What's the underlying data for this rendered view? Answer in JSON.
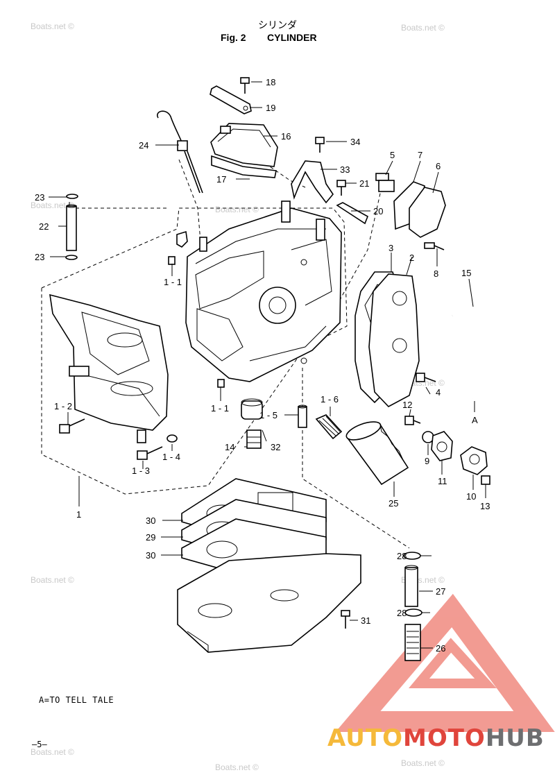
{
  "header": {
    "title_jp": "シリンダ",
    "fig_label": "Fig. 2",
    "title_en": "CYLINDER"
  },
  "watermark": "Boats.net ©",
  "labels": {
    "p18": "18",
    "p19": "19",
    "p16": "16",
    "p17": "17",
    "p24": "24",
    "p34": "34",
    "p33": "33",
    "p21": "21",
    "p20": "20",
    "p5": "5",
    "p7": "7",
    "p6": "6",
    "p23a": "23",
    "p22": "22",
    "p23b": "23",
    "p1_1a": "1 - 1",
    "p3": "3",
    "p2": "2",
    "p8": "8",
    "p15": "15",
    "p1_2": "1 - 2",
    "p1_1b": "1 - 1",
    "p1_5": "1 - 5",
    "p1_6": "1 - 6",
    "p4": "4",
    "p12": "12",
    "pA": "A",
    "p14": "14",
    "p32": "32",
    "p1_4": "1 - 4",
    "p1_3": "1 - 3",
    "p9": "9",
    "p11": "11",
    "p25": "25",
    "p10": "10",
    "p13": "13",
    "p1": "1",
    "p30a": "30",
    "p29": "29",
    "p30b": "30",
    "p28a": "28",
    "p27": "27",
    "p28b": "28",
    "p31": "31",
    "p26": "26"
  },
  "note": "A=TO TELL TALE",
  "page_number": "—5—",
  "logo": {
    "auto": "AUTO",
    "moto": "MOTO",
    "hub": "HUB"
  },
  "colors": {
    "logo_yellow": "#f5b93a",
    "logo_red": "#e0453c",
    "logo_gray": "#6d6e70",
    "triangle": "#f08a80"
  }
}
